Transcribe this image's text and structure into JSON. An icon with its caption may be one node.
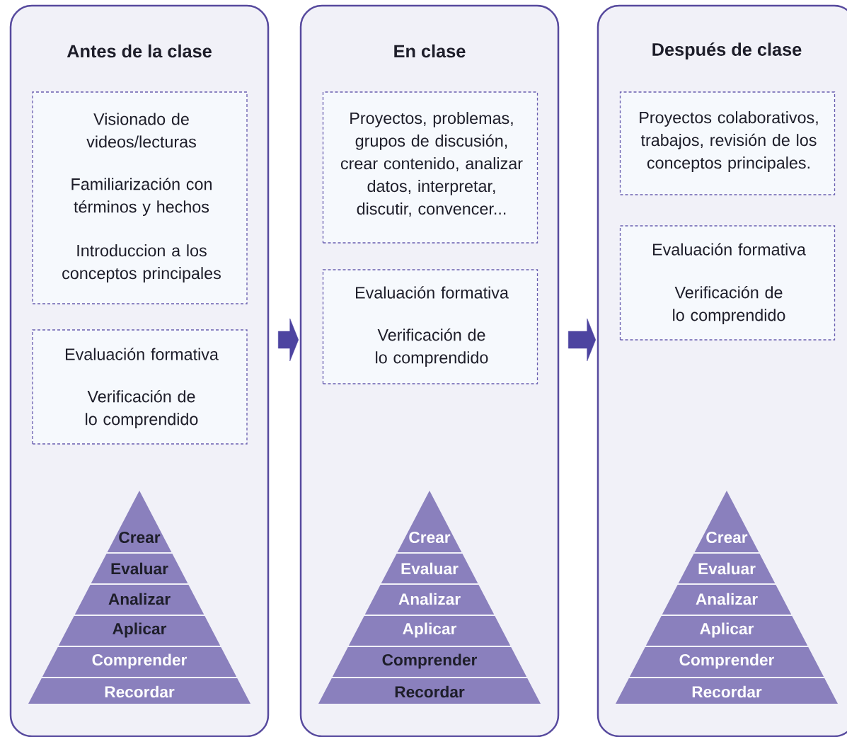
{
  "diagram": {
    "nodes": [
      {
        "text": [
          "Antes de la clase"
        ]
      },
      {
        "text": [
          "Visionado de videos/lecturas",
          "Familiarización con términos y hechos",
          "Introduccion a los conceptos principales"
        ],
        "in": 0
      },
      {
        "text": [
          "Evaluación formativa",
          "Verificación de lo comprendido"
        ],
        "in": 0
      },
      {
        "text": [
          "Crear"
        ],
        "in": 0
      },
      {
        "text": [
          "Evaluar"
        ],
        "in": 0
      },
      {
        "text": [
          "Analizar"
        ],
        "in": 0
      },
      {
        "text": [
          "Aplicar"
        ],
        "in": 0
      },
      {
        "text": [
          "Comprender"
        ],
        "in": 0
      },
      {
        "text": [
          "Recordar"
        ],
        "in": 0
      },
      {
        "text": [
          "En clase"
        ]
      },
      {
        "text": [
          "Proyectos, problemas, grupos de discusión, crear contenido, analizar datos, interpretar, discutir, convencer..."
        ],
        "in": 9
      },
      {
        "text": [
          "Evaluación formativa",
          "Verificación de lo comprendido"
        ],
        "in": 9
      },
      {
        "text": [
          "Crear"
        ],
        "in": 9
      },
      {
        "text": [
          "Evaluar"
        ],
        "in": 9
      },
      {
        "text": [
          "Analizar"
        ],
        "in": 9
      },
      {
        "text": [
          "Aplicar"
        ],
        "in": 9
      },
      {
        "text": [
          "Comprender"
        ],
        "in": 9
      },
      {
        "text": [
          "Recordar"
        ],
        "in": 9
      },
      {
        "text": [
          "Después de clase"
        ]
      },
      {
        "text": [
          "Proyectos colaborativos, trabajos, revisión de los conceptos principales."
        ],
        "in": 18
      },
      {
        "text": [
          "Evaluación formativa",
          "Verificación de lo comprendido"
        ],
        "in": 18
      },
      {
        "text": [
          "Crear"
        ],
        "in": 18
      },
      {
        "text": [
          "Evaluar"
        ],
        "in": 18
      },
      {
        "text": [
          "Analizar"
        ],
        "in": 18
      },
      {
        "text": [
          "Aplicar"
        ],
        "in": 18
      },
      {
        "text": [
          "Comprender"
        ],
        "in": 18
      },
      {
        "text": [
          "Recordar"
        ],
        "in": 18
      }
    ],
    "edges": [
      {
        "from": 0,
        "to": 9,
        "arrow": "to"
      },
      {
        "from": 9,
        "to": 18,
        "arrow": "to"
      }
    ]
  }
}
